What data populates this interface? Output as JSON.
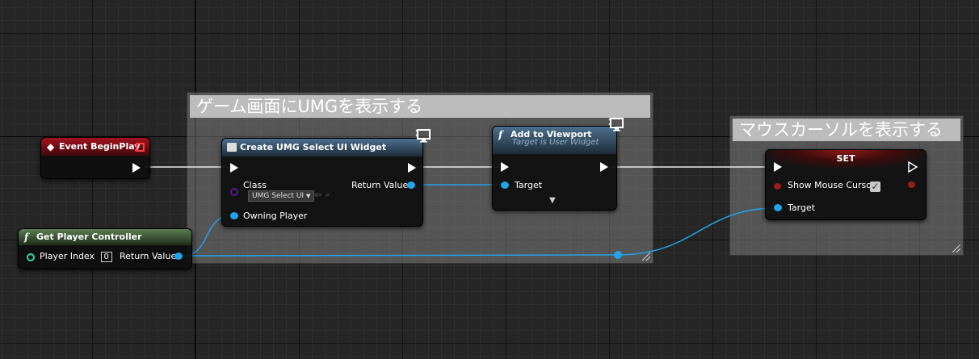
{
  "comments": {
    "umg": "ゲーム画面にUMGを表示する",
    "cursor": "マウスカーソルを表示する"
  },
  "nodes": {
    "event_begin_play": {
      "title": "Event BeginPlay"
    },
    "create_widget": {
      "title": "Create UMG Select UI Widget",
      "class_label": "Class",
      "class_value": "UMG Select UI",
      "return_label": "Return Value",
      "owning_player_label": "Owning Player"
    },
    "add_to_viewport": {
      "title": "Add to Viewport",
      "subtitle": "Target is User Widget",
      "target_label": "Target"
    },
    "set_node": {
      "title": "SET",
      "show_mouse_label": "Show Mouse Cursor",
      "target_label": "Target"
    },
    "get_player_controller": {
      "title": "Get Player Controller",
      "player_index_label": "Player Index",
      "player_index_value": "0",
      "return_label": "Return Value"
    }
  },
  "icons": {
    "function": "f",
    "event": "◆",
    "checkmark": "✓",
    "dropdown": "▼",
    "monitor": "🖵"
  },
  "colors": {
    "exec_wire": "#ffffff",
    "object_wire": "#24a2ea",
    "event_header": "#a3121f",
    "function_header": "#4c6f8d",
    "pure_header": "#5b7d52"
  }
}
